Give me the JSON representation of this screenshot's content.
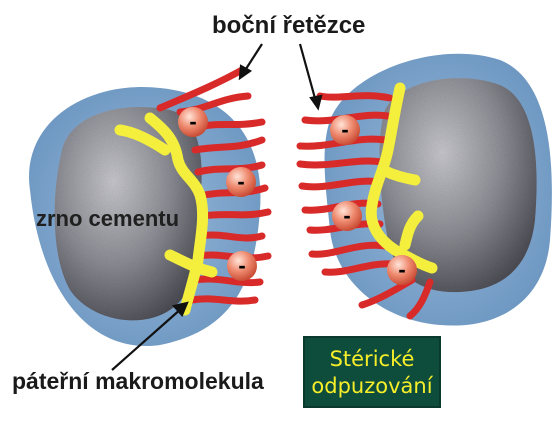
{
  "labels": {
    "side_chains": "boční řetězce",
    "cement_grain": "zrno cementu",
    "backbone": "páteřní makromolekula"
  },
  "steric_box": {
    "line1": "Stérické",
    "line2": "odpuzování"
  },
  "charge_symbol": "-",
  "colors": {
    "halo": "#7fa7cd",
    "grain": "#8a8a92",
    "backbone": "#f4ef3d",
    "chain": "#d92a2a",
    "charge_ball": "#e8826a",
    "box_bg": "#0e4d3b",
    "box_text": "#f7ee2a"
  }
}
